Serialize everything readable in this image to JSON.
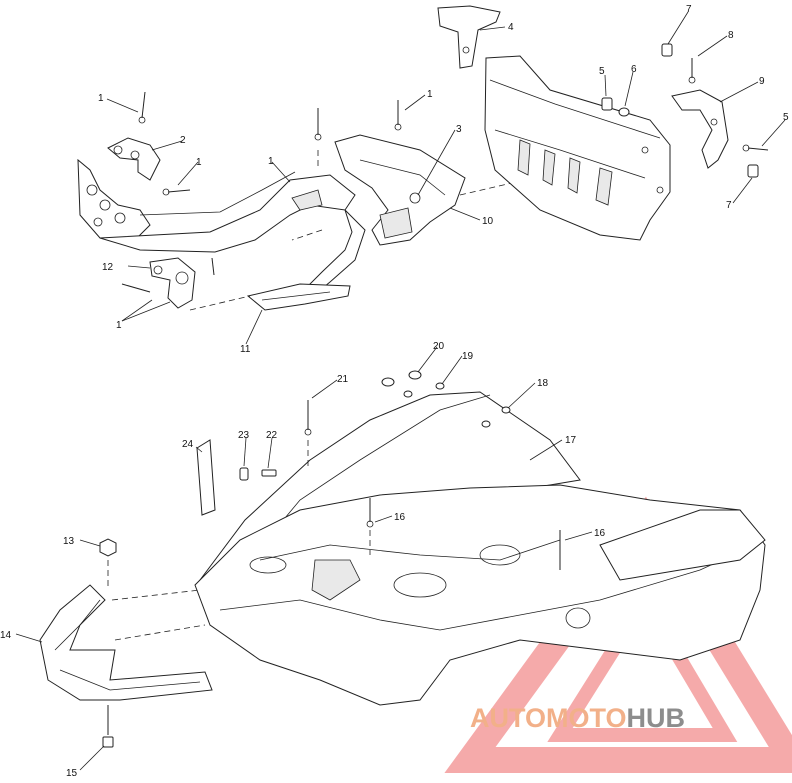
{
  "callouts": [
    {
      "id": "c1a",
      "text": "1"
    },
    {
      "id": "c1b",
      "text": "1"
    },
    {
      "id": "c1c",
      "text": "1"
    },
    {
      "id": "c1d",
      "text": "1"
    },
    {
      "id": "c1e",
      "text": "1"
    },
    {
      "id": "c2",
      "text": "2"
    },
    {
      "id": "c3",
      "text": "3"
    },
    {
      "id": "c4",
      "text": "4"
    },
    {
      "id": "c5a",
      "text": "5"
    },
    {
      "id": "c5b",
      "text": "5"
    },
    {
      "id": "c6",
      "text": "6"
    },
    {
      "id": "c7a",
      "text": "7"
    },
    {
      "id": "c7b",
      "text": "7"
    },
    {
      "id": "c8",
      "text": "8"
    },
    {
      "id": "c9",
      "text": "9"
    },
    {
      "id": "c10",
      "text": "10"
    },
    {
      "id": "c11",
      "text": "11"
    },
    {
      "id": "c12",
      "text": "12"
    },
    {
      "id": "c13",
      "text": "13"
    },
    {
      "id": "c14",
      "text": "14"
    },
    {
      "id": "c15",
      "text": "15"
    },
    {
      "id": "c16a",
      "text": "16"
    },
    {
      "id": "c16b",
      "text": "16"
    },
    {
      "id": "c17",
      "text": "17"
    },
    {
      "id": "c18",
      "text": "18"
    },
    {
      "id": "c19",
      "text": "19"
    },
    {
      "id": "c20",
      "text": "20"
    },
    {
      "id": "c21",
      "text": "21"
    },
    {
      "id": "c22",
      "text": "22"
    },
    {
      "id": "c23",
      "text": "23"
    },
    {
      "id": "c24",
      "text": "24"
    }
  ],
  "watermark": {
    "part1": "AUTO",
    "part2": "MOTO",
    "part3": "HUB",
    "colors": {
      "orange": "#f2b089",
      "gray": "#8d8d8d",
      "triangle": "#f28e8e"
    }
  }
}
